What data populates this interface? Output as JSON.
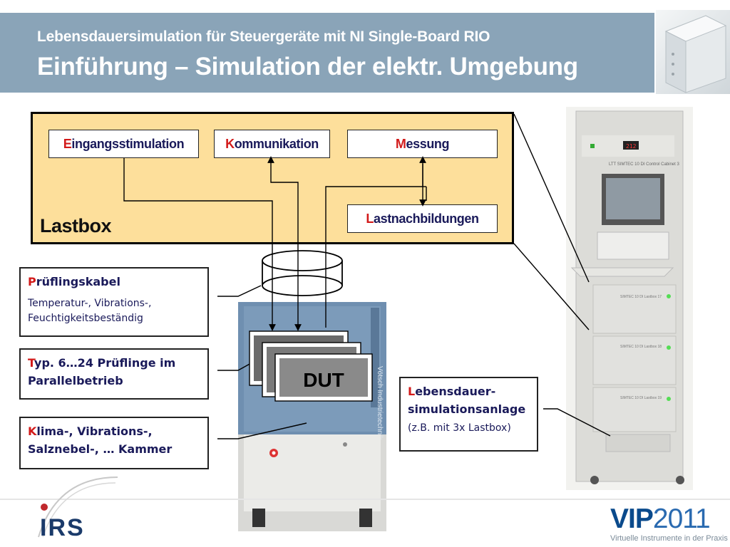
{
  "header": {
    "subtitle": "Lebensdauersimulation für Steuergeräte mit NI Single-Board RIO",
    "title": "Einführung – Simulation der elektr. Umgebung"
  },
  "lastbox": {
    "label": "Lastbox",
    "modules": [
      {
        "cap": "E",
        "rest": "ingangsstimulation"
      },
      {
        "cap": "K",
        "rest": "ommunikation"
      },
      {
        "cap": "M",
        "rest": "essung"
      },
      {
        "cap": "L",
        "rest": "astnachbildungen"
      }
    ]
  },
  "dut_label": "DUT",
  "callouts": {
    "cable": {
      "cap": "P",
      "rest": "rüflingskabel",
      "desc": "Temperatur-, Vibrations-, Feuchtigkeitsbeständig"
    },
    "parallel": {
      "cap": "T",
      "rest": "yp. 6…24 Prüflinge im Parallelbetrieb"
    },
    "chamber": {
      "cap": "K",
      "rest": "lima-, Vibrations-, Salznebel-, … Kammer"
    },
    "system": {
      "cap": "L",
      "rest": "ebensdauer-simulationsanlage",
      "desc": "(z.B. mit 3x Lastbox)"
    }
  },
  "cabinet": {
    "display": "212",
    "plate": "LTT SIMTEC 10 DI Control Cabinet 3",
    "lastboxes": [
      "SIMTEC 10 DI Lastbox 17",
      "SIMTEC 10 DI Lastbox 18",
      "SIMTEC 10 DI Lastbox 19"
    ]
  },
  "chamber_brand": "Vötsch Industrietechnik",
  "logos": {
    "irs": "IRS",
    "vip_main": "VIP",
    "vip_year": "2011",
    "vip_tagline": "Virtuelle Instrumente in der Praxis"
  },
  "colors": {
    "header_bg": "#8aa4b8",
    "lastbox_bg": "#fddf9b",
    "accent_red": "#d21a1a",
    "text_navy": "#1a1a5a"
  }
}
